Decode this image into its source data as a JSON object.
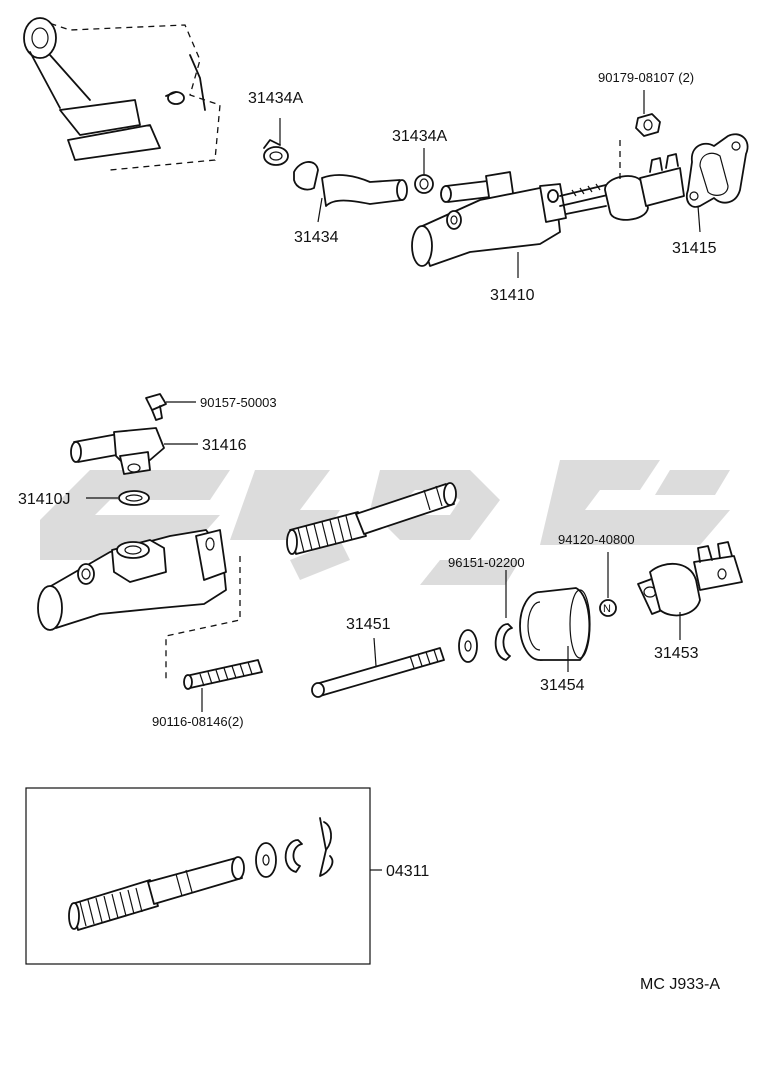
{
  "labels": {
    "p31434A_top": "31434A",
    "p31434A_mid": "31434A",
    "p31434": "31434",
    "p31410": "31410",
    "p90179": "90179-08107 (2)",
    "p31415": "31415",
    "p90157": "90157-50003",
    "p31416": "31416",
    "p31410J": "31410J",
    "p96151": "96151-02200",
    "p94120": "94120-40800",
    "p31451": "31451",
    "p31454": "31454",
    "p31453": "31453",
    "p90116": "90116-08146(2)",
    "p04311": "04311",
    "nut_marker": "N"
  },
  "figure_code": "MC J933-A",
  "watermark_color": "#d0d0d0"
}
